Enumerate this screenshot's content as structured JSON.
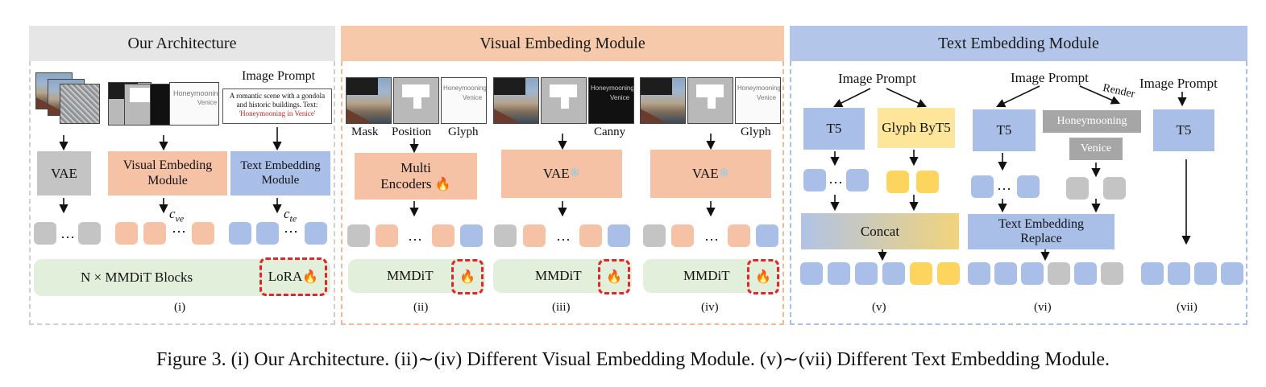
{
  "panels": {
    "arch": {
      "title": "Our Architecture"
    },
    "visual": {
      "title": "Visual Embeding Module"
    },
    "text": {
      "title": "Text Embedding Module"
    }
  },
  "arch": {
    "image_prompt_title": "Image Prompt",
    "prompt_line1": "A romantic scene with a gondola",
    "prompt_line2": "and historic buildings.  Text:",
    "prompt_highlight": "'Honeymooning in Venice'",
    "vae": "VAE",
    "visual_module_l1": "Visual Embeding",
    "visual_module_l2": "Module",
    "text_module_l1": "Text Embedding",
    "text_module_l2": "Module",
    "c_ve": "c",
    "c_ve_sub": "ve",
    "c_te": "c",
    "c_te_sub": "te",
    "blocks": "N × MMDiT Blocks",
    "lora": "LoRA",
    "roman": "(i)"
  },
  "glyph": {
    "word": "Honeymooning",
    "place": "Venice"
  },
  "visual_ii": {
    "mask": "Mask",
    "position": "Position",
    "glyph": "Glyph",
    "enc_l1": "Multi",
    "enc_l2": "Encoders",
    "mmdit": "MMDiT",
    "roman": "(ii)"
  },
  "visual_iii": {
    "canny": "Canny",
    "vae": "VAE",
    "mmdit": "MMDiT",
    "roman": "(iii)"
  },
  "visual_iv": {
    "glyph": "Glyph",
    "vae": "VAE",
    "mmdit": "MMDiT",
    "roman": "(iv)"
  },
  "text_v": {
    "prompt": "Image Prompt",
    "t5": "T5",
    "byt5": "Glyph ByT5",
    "concat": "Concat",
    "roman": "(v)"
  },
  "text_vi": {
    "prompt": "Image Prompt",
    "render": "Render",
    "t5": "T5",
    "word": "Honeymooning",
    "place": "Venice",
    "replace_l1": "Text Embedding",
    "replace_l2": "Replace",
    "roman": "(vi)"
  },
  "text_vii": {
    "prompt": "Image Prompt",
    "t5": "T5",
    "roman": "(vii)"
  },
  "symbols": {
    "ellipsis": "…",
    "hdots": "⋯",
    "flame_icon": "fire",
    "gear_icon": "snowflake-frozen"
  },
  "colors": {
    "peach": "#f6c2a5",
    "blue": "#a9bfe7",
    "green": "#e2efda",
    "yellow": "#fcd45e",
    "gray": "#c4c4c4",
    "red": "#e0262a"
  },
  "caption": "Figure 3. (i) Our Architecture. (ii)∼(iv) Different Visual Embedding Module. (v)∼(vii) Different Text Embedding Module."
}
